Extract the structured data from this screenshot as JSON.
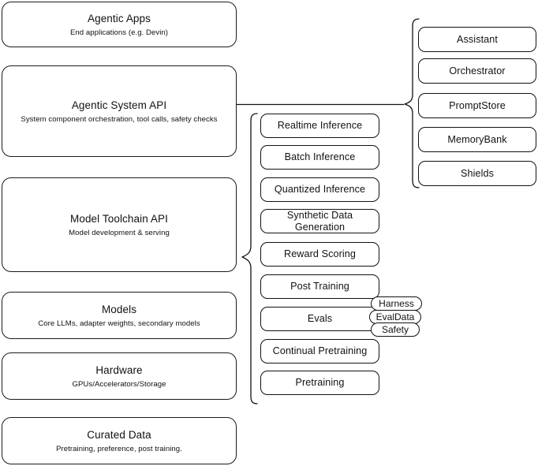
{
  "diagram": {
    "title": "Agentic AI stack architecture diagram",
    "stroke_color": "#111111",
    "background_color": "#ffffff"
  },
  "stack_layers": [
    {
      "id": "agentic-apps",
      "title": "Agentic Apps",
      "subtitle": "End applications (e.g. Devin)"
    },
    {
      "id": "agentic-system-api",
      "title": "Agentic System API",
      "subtitle": "System component orchestration, tool calls, safety checks"
    },
    {
      "id": "model-toolchain-api",
      "title": "Model Toolchain API",
      "subtitle": "Model development & serving"
    },
    {
      "id": "models",
      "title": "Models",
      "subtitle": "Core LLMs, adapter weights, secondary models"
    },
    {
      "id": "hardware",
      "title": "Hardware",
      "subtitle": "GPUs/Accelerators/Storage"
    },
    {
      "id": "curated-data",
      "title": "Curated Data",
      "subtitle": "Pretraining, preference, post training."
    }
  ],
  "toolchain_items": [
    {
      "id": "realtime-inference",
      "label": "Realtime Inference"
    },
    {
      "id": "batch-inference",
      "label": "Batch Inference"
    },
    {
      "id": "quantized-inference",
      "label": "Quantized Inference"
    },
    {
      "id": "synthetic-data-generation",
      "label": "Synthetic Data Generation"
    },
    {
      "id": "reward-scoring",
      "label": "Reward Scoring"
    },
    {
      "id": "post-training",
      "label": "Post Training"
    },
    {
      "id": "evals",
      "label": "Evals"
    },
    {
      "id": "continual-pretraining",
      "label": "Continual Pretraining"
    },
    {
      "id": "pretraining",
      "label": "Pretraining"
    }
  ],
  "evals_subitems": [
    {
      "id": "harness",
      "label": "Harness"
    },
    {
      "id": "evaldata",
      "label": "EvalData"
    },
    {
      "id": "safety",
      "label": "Safety"
    }
  ],
  "system_items": [
    {
      "id": "assistant",
      "label": "Assistant"
    },
    {
      "id": "orchestrator",
      "label": "Orchestrator"
    },
    {
      "id": "promptstore",
      "label": "PromptStore"
    },
    {
      "id": "memorybank",
      "label": "MemoryBank"
    },
    {
      "id": "shields",
      "label": "Shields"
    }
  ]
}
